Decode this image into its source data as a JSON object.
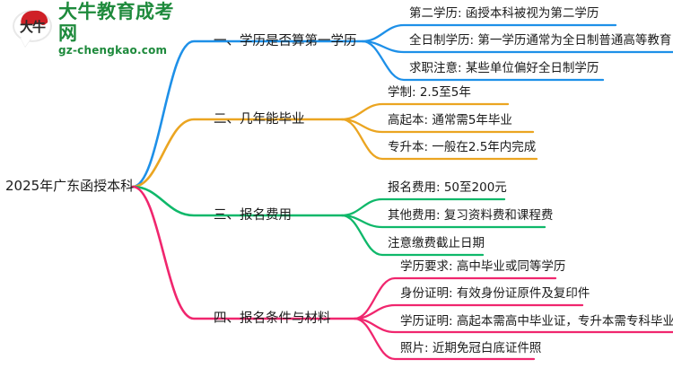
{
  "logo": {
    "mark_text": "大牛",
    "title": "大牛教育成考网",
    "subtitle": "gz-chengkao.com",
    "brand_green": "#1e8a3c",
    "brand_red": "#cf2027"
  },
  "mindmap": {
    "root": {
      "label": "2025年广东函授本科"
    },
    "branches": [
      {
        "label": "一、学历是否算第一学历",
        "color": "#1e90e8",
        "children": [
          {
            "label": "第二学历: 函授本科被视为第二学历"
          },
          {
            "label": "全日制学历: 第一学历通常为全日制普通高等教育"
          },
          {
            "label": "求职注意: 某些单位偏好全日制学历"
          }
        ]
      },
      {
        "label": "二、几年能毕业",
        "color": "#eba521",
        "children": [
          {
            "label": "学制: 2.5至5年"
          },
          {
            "label": "高起本: 通常需5年毕业"
          },
          {
            "label": "专升本: 一般在2.5年内完成"
          }
        ]
      },
      {
        "label": "三、报名费用",
        "color": "#0fb86a",
        "children": [
          {
            "label": "报名费用: 50至200元"
          },
          {
            "label": "其他费用: 复习资料费和课程费"
          },
          {
            "label": "注意缴费截止日期"
          }
        ]
      },
      {
        "label": "四、报名条件与材料",
        "color": "#f0266e",
        "children": [
          {
            "label": "学历要求: 高中毕业或同等学历"
          },
          {
            "label": "身份证明: 有效身份证原件及复印件"
          },
          {
            "label": "学历证明: 高起本需高中毕业证，专升本需专科毕业证"
          },
          {
            "label": "照片: 近期免冠白底证件照"
          }
        ]
      }
    ]
  }
}
